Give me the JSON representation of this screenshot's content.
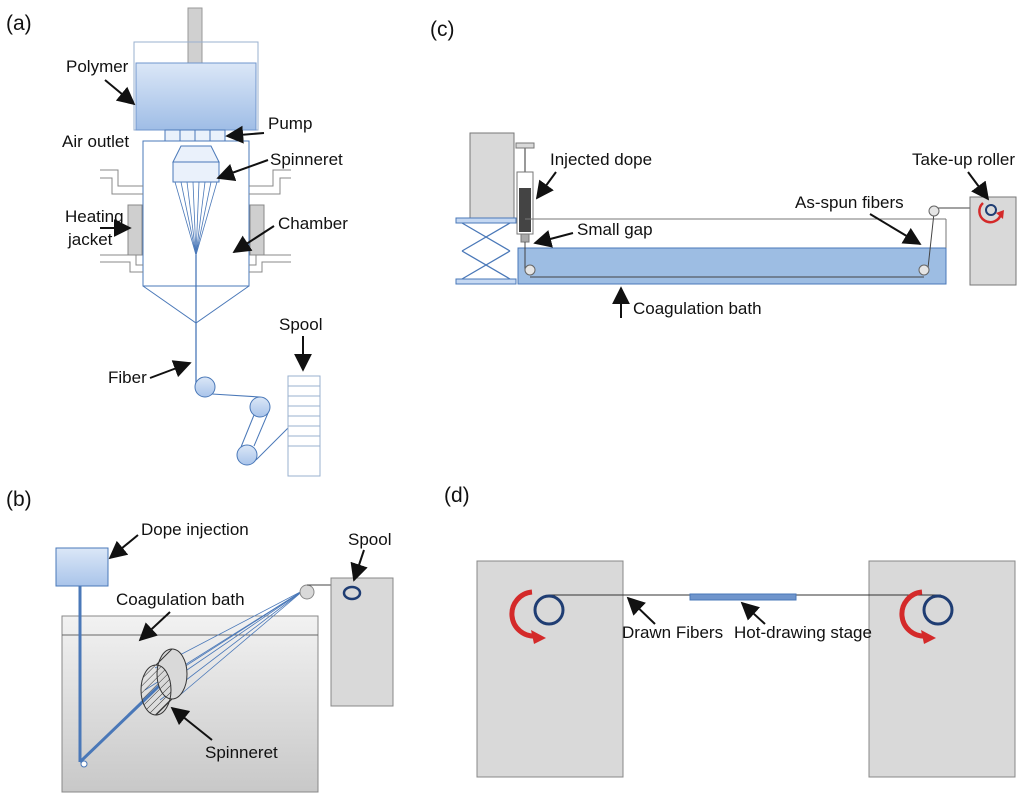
{
  "panels": {
    "a": {
      "letter": "(a)",
      "labels": {
        "polymer": "Polymer",
        "pump": "Pump",
        "air_outlet": "Air outlet",
        "spinneret": "Spinneret",
        "heating": "Heating",
        "jacket": "jacket",
        "chamber": "Chamber",
        "spool": "Spool",
        "fiber": "Fiber"
      }
    },
    "b": {
      "letter": "(b)",
      "labels": {
        "dope_injection": "Dope injection",
        "spool": "Spool",
        "coagulation_bath": "Coagulation bath",
        "spinneret": "Spinneret"
      }
    },
    "c": {
      "letter": "(c)",
      "labels": {
        "injected_dope": "Injected dope",
        "take_up_roller": "Take-up roller",
        "as_spun_fibers": "As-spun fibers",
        "small_gap": "Small gap",
        "coagulation_bath": "Coagulation bath"
      }
    },
    "d": {
      "letter": "(d)",
      "labels": {
        "drawn_fibers": "Drawn Fibers",
        "hot_drawing_stage": "Hot-drawing stage"
      }
    }
  },
  "colors": {
    "line_blue": "#4a78b8",
    "fill_blue_light": "#c5d8f2",
    "bath_blue": "#9dbde3",
    "gray_box": "#d9d9d9",
    "red_arrow": "#d42a2a",
    "dark_blue_ring": "#1f3d73"
  }
}
